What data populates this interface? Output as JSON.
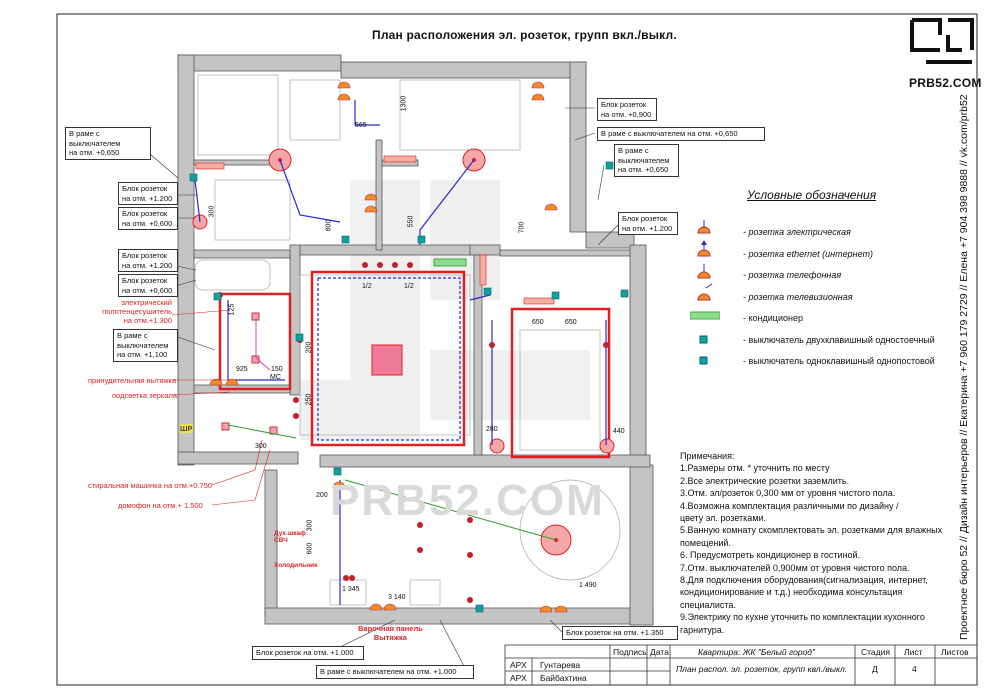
{
  "title": "План расположения эл. розеток, групп вкл./выкл.",
  "logo_text": "PRB52.COM",
  "watermark": "PRB52.COM",
  "side_contacts": "Проектное бюро 52 // Дизайн интерьеров // Екатерина +7 960 179 2729 // Елена +7 904 398 9888 // vk.com/prb52",
  "legend": {
    "title": "Условные обозначения",
    "items": [
      {
        "icon": "socket-electric-icon",
        "label": "- розетка электрическая"
      },
      {
        "icon": "socket-ethernet-icon",
        "label": "- розетка ethernet (интернет)"
      },
      {
        "icon": "socket-phone-icon",
        "label": "- розетка телефонная"
      },
      {
        "icon": "socket-tv-icon",
        "label": "- розетка телевизионная"
      },
      {
        "icon": "air-conditioner-icon",
        "label": "- кондиционер"
      },
      {
        "icon": "switch-double-icon",
        "label": "- выключатель двухклавишный одностоечный"
      },
      {
        "icon": "switch-single-icon",
        "label": "- выключатель одноклавишный однопостовой"
      }
    ]
  },
  "notes": {
    "title": "Примечания:",
    "lines": [
      "1.Размеры отм. * уточнить по месту",
      "2.Все электрические розетки заземлить.",
      "3.Отм.  эл/розеток 0,300 мм от уровня чистого пола.",
      "4.Возможна комплектация различными по дизайну /",
      "цвету эл. розетками.",
      "5.Ванную комнату скомплектовать эл. розетками для влажных",
      "помещений.",
      "6. Предусмотреть кондиционер  в гостиной.",
      "7.Отм.  выключателей 0,900мм от уровня чистого пола.",
      "8.Для подключения оборудования(сигнализация, интернет,",
      "кондиционирование и т.д.) необходима консультация",
      "специалиста.",
      "9.Электрику по кухне уточнить по комплектации кухонного",
      "гарнитура."
    ]
  },
  "callouts": {
    "c1": [
      "В раме с выключателем",
      "на отм. +0,650"
    ],
    "c2": [
      "Блок розеток",
      "на отм. +1.200"
    ],
    "c3": [
      "Блок розеток",
      "на отм. +0,600"
    ],
    "c4": [
      "Блок розеток",
      "на отм. +1.200"
    ],
    "c5": [
      "Блок розеток",
      "на отм. +0,600"
    ],
    "c6": [
      "В раме с",
      "выключателем",
      "на отм. +1,100"
    ],
    "c7": [
      "Блок розеток",
      "на отм. +0,900"
    ],
    "c8": [
      "В раме с выключателем  на отм. +0,650"
    ],
    "c9": [
      "В раме с",
      "выключателем",
      "на отм. +0,650"
    ],
    "c10": [
      "Блок розеток",
      "на отм. +1.200"
    ],
    "c11": [
      "Блок розеток на отм. +1.000"
    ],
    "c12": [
      "В раме с выключателем на отм. +1.000"
    ],
    "c13": [
      "Блок розеток на отм. +1.350"
    ]
  },
  "red_labels": {
    "towel": [
      "электрический",
      "полотенцесушитель",
      "на отм.+1.300"
    ],
    "exhaust": "принудительная вытяжка",
    "mirror": "подсветка зеркала",
    "washer": "стиральная машинка на отм.+0.750",
    "intercom": "домофон на отм.+ 1.500",
    "cabinet": [
      "Дух.шкаф",
      "СВЧ"
    ],
    "fridge": "Холодильник",
    "hob": [
      "Варочная панель",
      "Вытяжка"
    ],
    "shr": "ШР"
  },
  "dimensions": {
    "d565": "565",
    "d1300": "1300",
    "d300": "300",
    "d800": "800",
    "d550": "550",
    "d700": "700",
    "d12a": "1/2",
    "d12b": "1/2",
    "d650a": "650",
    "d650b": "650",
    "d125": "125",
    "d200": "200",
    "d250": "250",
    "d925": "925",
    "d150": "150",
    "d200b": "200",
    "d300b": "300",
    "d600": "600",
    "d1345": "1 345",
    "d3140": "3 140",
    "d1490": "1 490",
    "d280": "280",
    "d440": "440",
    "d300c": "300",
    "dmc": "MC"
  },
  "title_block": {
    "h_podp": "Подпись",
    "h_data": "Дата",
    "h_stadia": "Стадия",
    "h_list": "Лист",
    "h_listov": "Листов",
    "row1_role": "АРХ",
    "row1_name": "Гунтарева",
    "row2_role": "АРХ",
    "row2_name": "Байбахтина",
    "project": "Квартира: ЖК \"Белый город\"",
    "sheet_title": "План распол. эл. розеток, групп квл./выкл.",
    "stage": "Д",
    "sheet_no": "4",
    "sheets": ""
  },
  "colors": {
    "wall": "#bdbdbd",
    "red": "#e02020",
    "blue": "#2a2ad0",
    "green": "#2a9a2a",
    "teal": "#118a8a",
    "socket": "#e8502a",
    "ac": "#8ddb8d"
  }
}
